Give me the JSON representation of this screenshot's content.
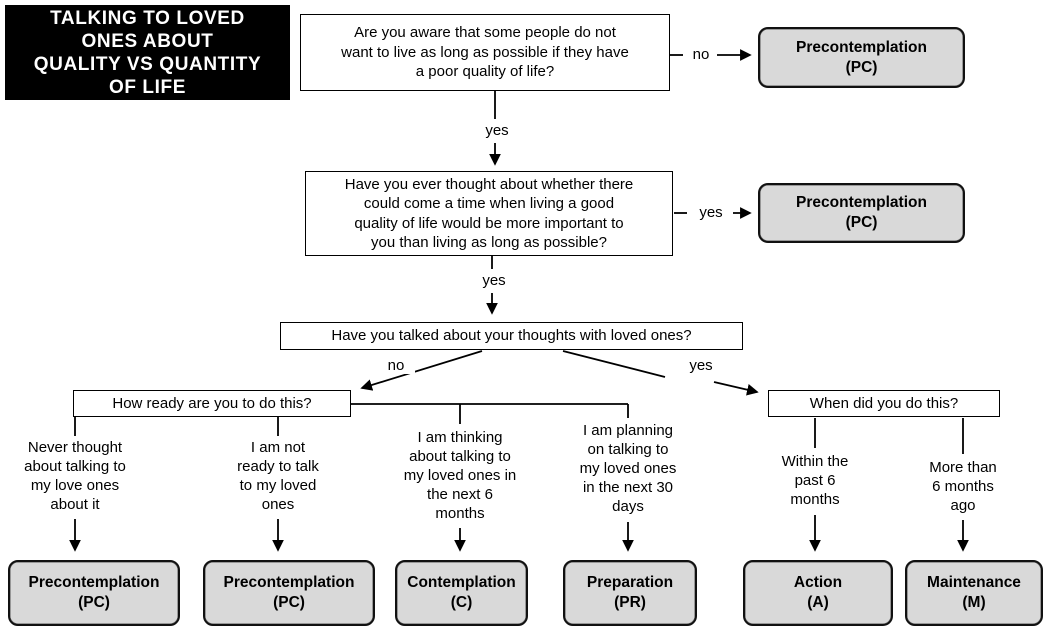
{
  "title": "TALKING TO LOVED\nONES ABOUT\nQUALITY VS QUANTITY\nOF LIFE",
  "colors": {
    "stage_fill": "#d9d9d9",
    "stage_border": "#111111",
    "title_bg": "#000000",
    "title_fg": "#ffffff",
    "line": "#000000"
  },
  "questions": {
    "awareness": "Are you aware that some people do not\nwant to live as long as possible if they have\na poor quality of life?",
    "thought": "Have you ever thought about whether there\ncould come a time when living a good\nquality of life would be more important to\nyou than living as long as possible?",
    "talked": "Have you talked about your thoughts with loved ones?",
    "readiness": "How ready are you to do this?",
    "timing": "When did you do this?"
  },
  "edge_labels": {
    "awareness_no": "no",
    "awareness_yes": "yes",
    "thought_yes_side": "yes",
    "thought_yes_down": "yes",
    "talked_no": "no",
    "talked_yes": "yes"
  },
  "answers": [
    "Never thought\nabout talking to\nmy love ones\nabout it",
    "I am not\nready to talk\nto my loved\nones",
    "I am thinking\nabout talking to\nmy loved ones in\nthe next 6\nmonths",
    "I am planning\non talking to\nmy loved ones\nin the next 30\ndays",
    "Within the\npast 6\nmonths",
    "More than\n6 months\nago"
  ],
  "stages": {
    "top_right_1": {
      "name": "Precontemplation",
      "code": "(PC)"
    },
    "top_right_2": {
      "name": "Precontemplation",
      "code": "(PC)"
    },
    "bottom": [
      {
        "name": "Precontemplation",
        "code": "(PC)"
      },
      {
        "name": "Precontemplation",
        "code": "(PC)"
      },
      {
        "name": "Contemplation",
        "code": "(C)"
      },
      {
        "name": "Preparation",
        "code": "(PR)"
      },
      {
        "name": "Action",
        "code": "(A)"
      },
      {
        "name": "Maintenance",
        "code": "(M)"
      }
    ]
  }
}
